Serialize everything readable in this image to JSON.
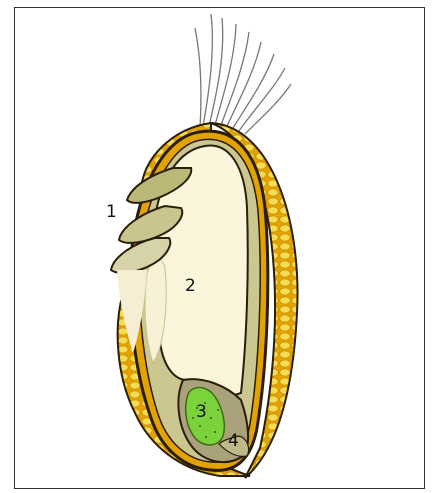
{
  "labels": [
    "1",
    "2",
    "3",
    "4"
  ],
  "colors": {
    "frame": "#333333",
    "husk": "#e2a200",
    "husk_cells": "#f4dd55",
    "outline": "#2a1e08",
    "endosperm": "#fbf5dc",
    "bran_layer": "#ccc690",
    "scutellum": "#a9a27a",
    "embryo": "#7bd23a",
    "bristles": "#777777"
  }
}
